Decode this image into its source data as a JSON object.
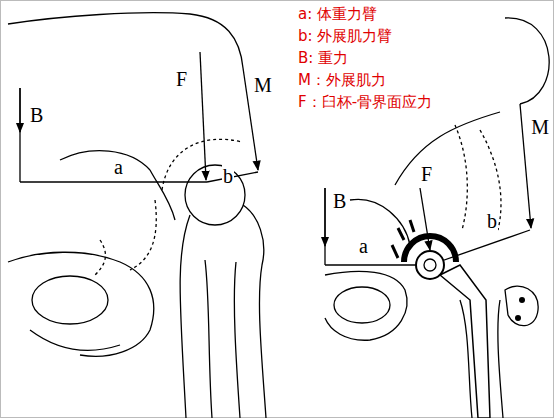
{
  "diagram": {
    "labels": [
      "a: 体重力臂",
      "b: 外展肌力臂",
      "B: 重力",
      "M：外展肌力",
      "F：臼杯-骨界面应力",
      "B",
      "F",
      "M",
      "a",
      "b",
      "M",
      "F",
      "B",
      "a",
      "b"
    ]
  }
}
